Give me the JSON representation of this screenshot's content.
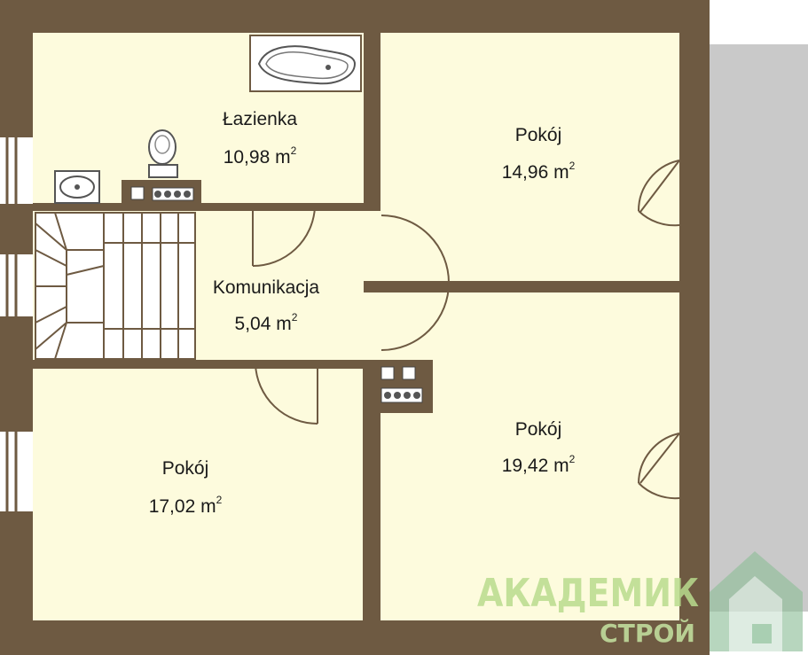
{
  "colors": {
    "wall": "#6e5a42",
    "floor": "#fdfbdd",
    "balcony": "#c9c9c9",
    "stair": "#ffffff",
    "watermark": "#b9dc8e"
  },
  "rooms": {
    "lazienka": {
      "name": "Łazienka",
      "area": "10,98",
      "unit": "m",
      "sup": "2"
    },
    "pokoj_ne": {
      "name": "Pokój",
      "area": "14,96",
      "unit": "m",
      "sup": "2"
    },
    "komunikacja": {
      "name": "Komunikacja",
      "area": "5,04",
      "unit": "m",
      "sup": "2"
    },
    "pokoj_sw": {
      "name": "Pokój",
      "area": "17,02",
      "unit": "m",
      "sup": "2"
    },
    "pokoj_se": {
      "name": "Pokój",
      "area": "19,42",
      "unit": "m",
      "sup": "2"
    }
  },
  "watermark": {
    "line1": "АКАДЕМИК",
    "line2": "СТРОЙ"
  },
  "icons": [
    "bathtub-icon",
    "toilet-icon",
    "washbasin-icon",
    "stove-icon",
    "chimney-icon",
    "door-swing-icon",
    "stairs-icon"
  ]
}
